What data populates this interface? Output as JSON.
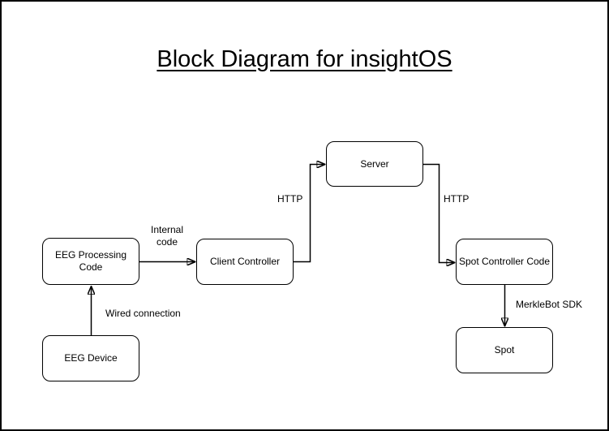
{
  "page": {
    "title": "Block Diagram for insightOS"
  },
  "diagram": {
    "nodes": [
      {
        "id": "eeg-processing-code",
        "label": "EEG Processing Code"
      },
      {
        "id": "eeg-device",
        "label": "EEG Device"
      },
      {
        "id": "client-controller",
        "label": "Client Controller"
      },
      {
        "id": "server",
        "label": "Server"
      },
      {
        "id": "spot-controller-code",
        "label": "Spot Controller Code"
      },
      {
        "id": "spot",
        "label": "Spot"
      }
    ],
    "edges": [
      {
        "from": "eeg-device",
        "to": "eeg-processing-code",
        "label": "Wired connection"
      },
      {
        "from": "eeg-processing-code",
        "to": "client-controller",
        "label": "Internal code"
      },
      {
        "from": "client-controller",
        "to": "server",
        "label": "HTTP"
      },
      {
        "from": "server",
        "to": "spot-controller-code",
        "label": "HTTP"
      },
      {
        "from": "spot-controller-code",
        "to": "spot",
        "label": "MerkleBot SDK"
      }
    ],
    "colors": {
      "stroke": "#000000",
      "background": "#ffffff",
      "text": "#000000"
    }
  }
}
